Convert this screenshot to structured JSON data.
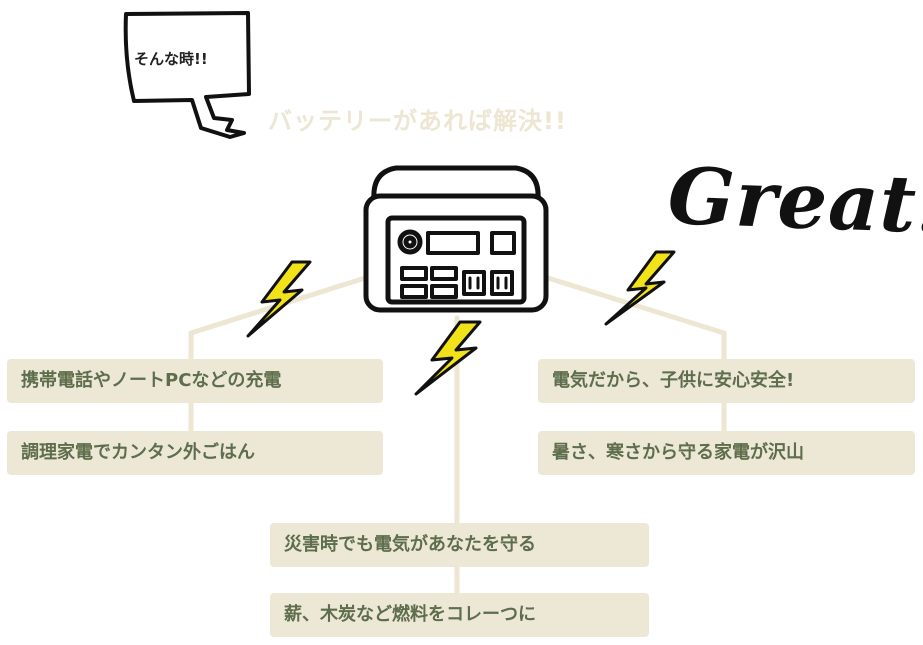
{
  "speech_bubble": {
    "text": "そんな時!!"
  },
  "headline": "バッテリーがあれば解決!!",
  "exclamation": "Great!",
  "colors": {
    "box_fill": "#ede8d6",
    "box_text": "#5e6e4c",
    "connector": "#ece6d2",
    "lightning": "#f2e21a",
    "outline": "#111111"
  },
  "icons": [
    "portable-battery-icon",
    "lightning-icon"
  ],
  "benefits": {
    "left": [
      "携帯電話やノートPCなどの充電",
      "調理家電でカンタン外ごはん"
    ],
    "right": [
      "電気だから、子供に安心安全!",
      "暑さ、寒さから守る家電が沢山"
    ],
    "center": [
      "災害時でも電気があなたを守る",
      "薪、木炭など燃料をコレーつに"
    ]
  }
}
